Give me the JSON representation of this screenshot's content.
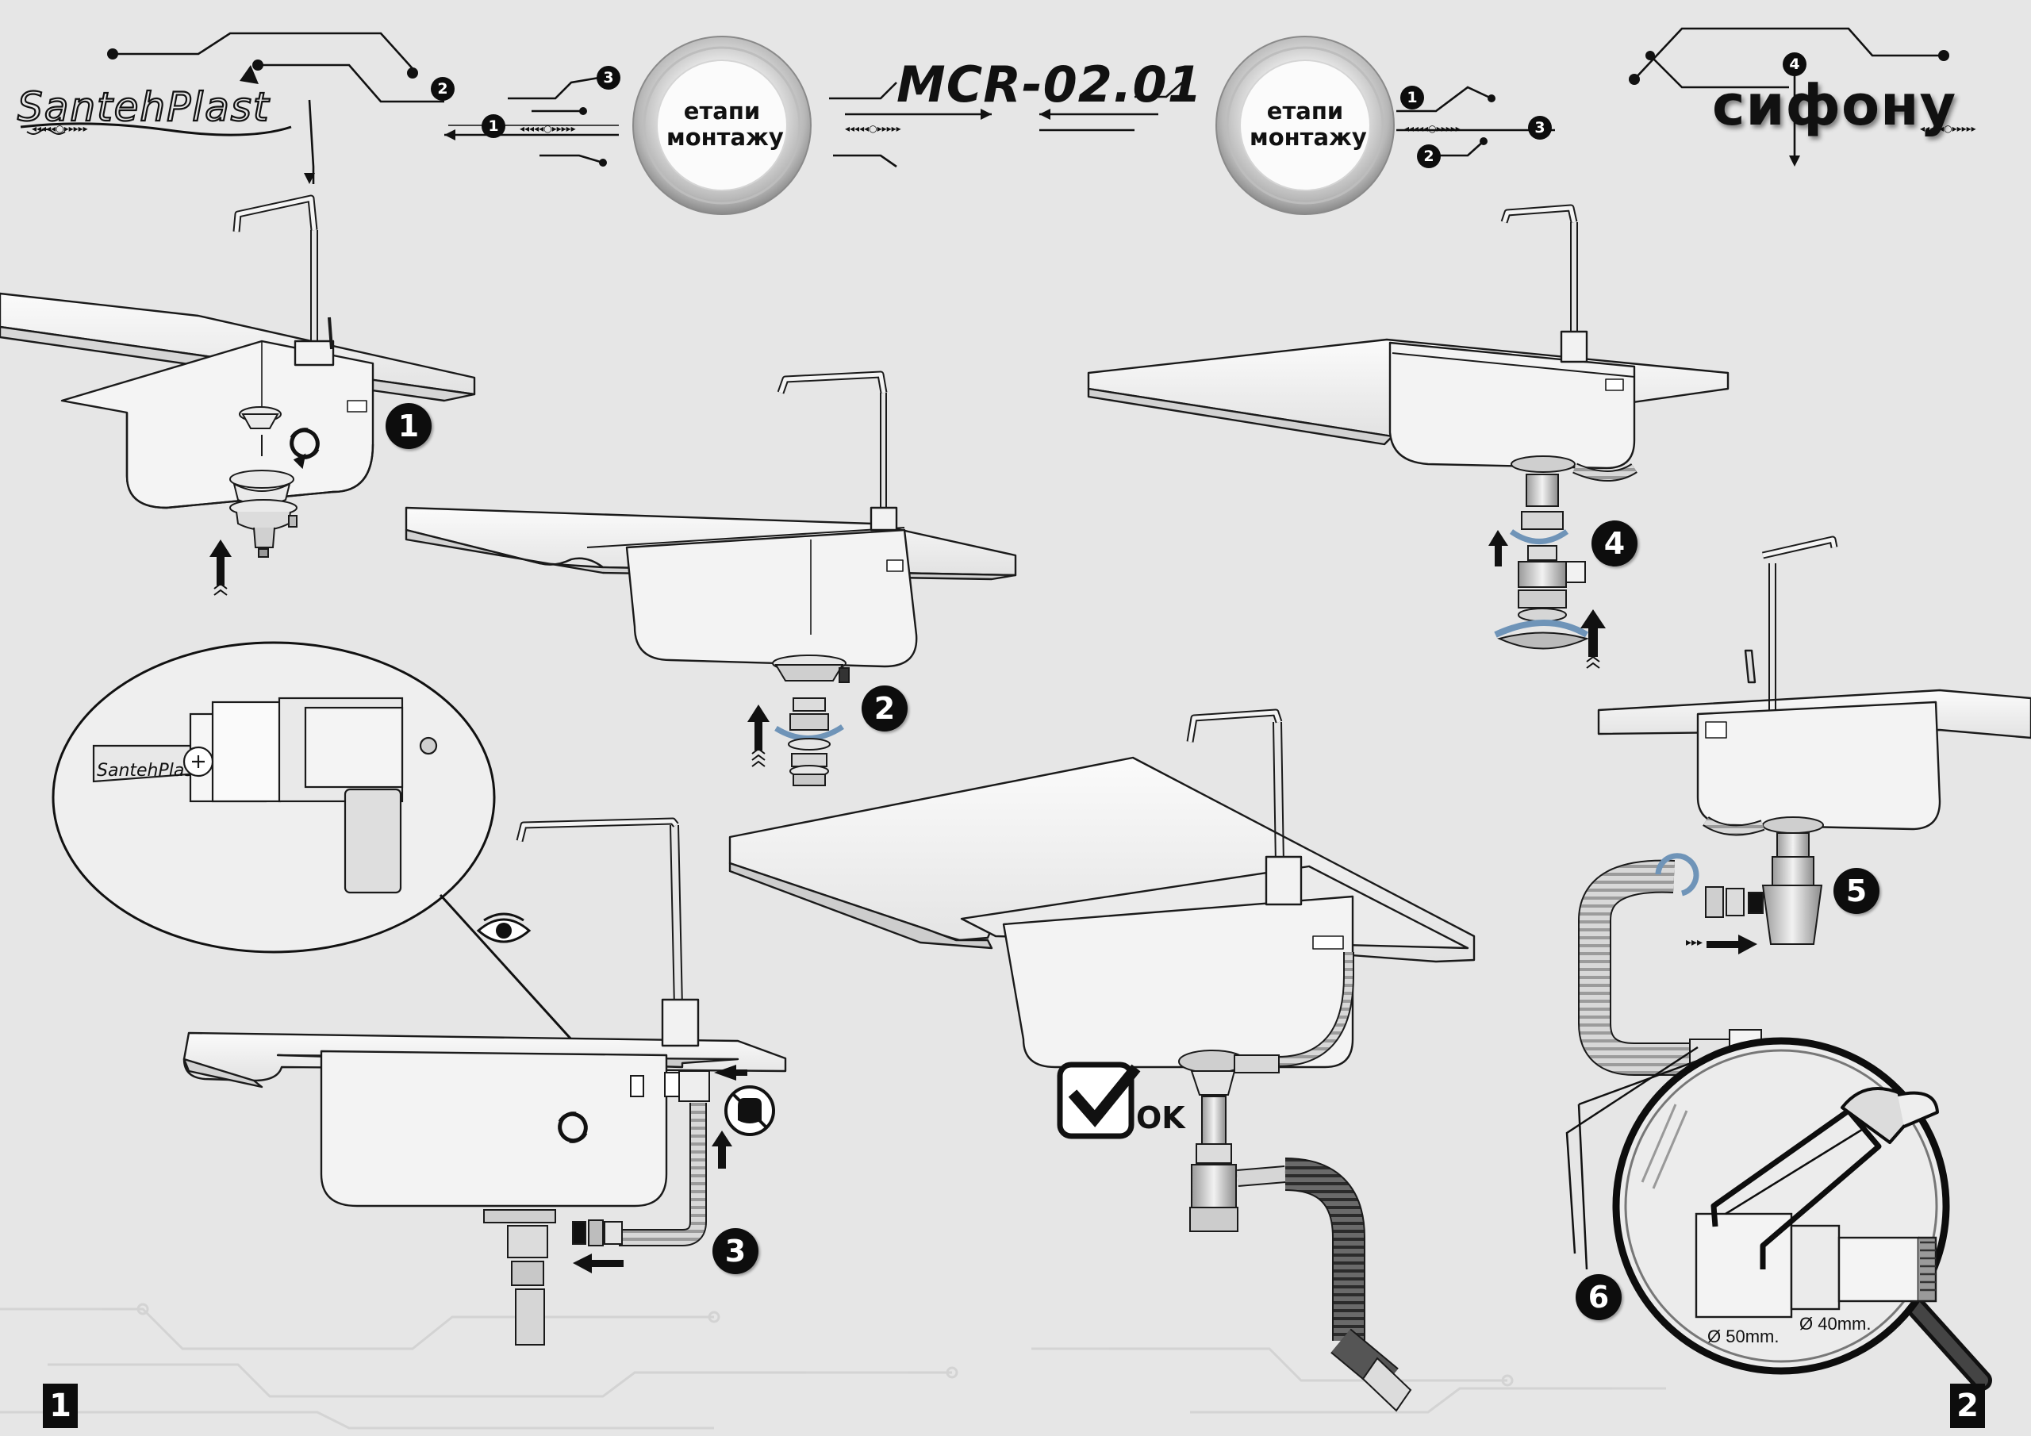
{
  "header": {
    "brand_logo": "SantehPlast",
    "model_title": "MCR-02.01",
    "heading": "сифону",
    "stage_badges": [
      {
        "line1": "етапи",
        "line2": "монтажу"
      },
      {
        "line1": "етапи",
        "line2": "монтажу"
      }
    ],
    "circuit_markers_left": [
      "1",
      "2",
      "3"
    ],
    "circuit_markers_right": [
      "1",
      "2",
      "3",
      "4"
    ]
  },
  "steps": [
    {
      "number": "1",
      "description": "strainer and outlet mounted into sink drain from below"
    },
    {
      "number": "2",
      "description": "outlet tightened under sink"
    },
    {
      "number": "3",
      "description": "overflow connected with corrugated hose"
    },
    {
      "number": "4",
      "description": "bottle trap fitted to outlet"
    },
    {
      "number": "5",
      "description": "flexible drain pipe attached to trap"
    },
    {
      "number": "6",
      "description": "pipe end cut to size"
    }
  ],
  "ok_mark": "OK",
  "diameters": {
    "d50": "Ø 50mm.",
    "d40": "Ø 40mm."
  },
  "pages": {
    "left": "1",
    "right": "2"
  },
  "icons": [
    "rotate-icon",
    "eye-icon",
    "hand-tighten-icon",
    "checkbox-ok-icon",
    "up-arrow-icon",
    "magnifier-icon",
    "hacksaw-icon"
  ],
  "colors": {
    "background": "#e6e6e6",
    "ink": "#111111",
    "badge": "#0d0d0d",
    "accent_blue": "#6f94b8"
  }
}
